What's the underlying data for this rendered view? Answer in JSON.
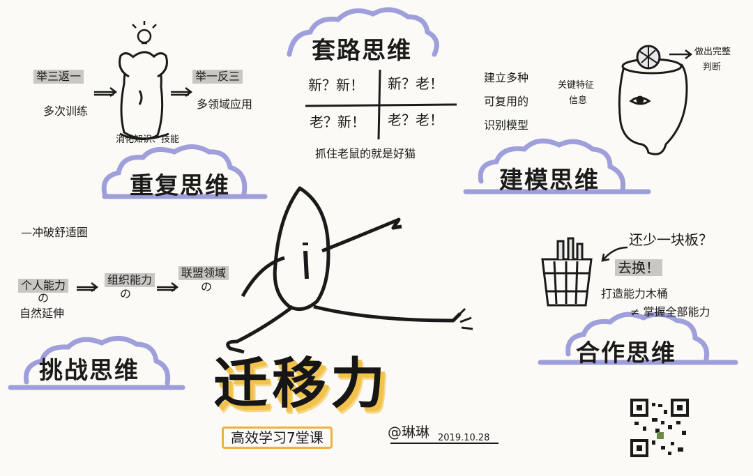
{
  "main_title": "迁移力",
  "subtitle": "高效学习7堂课",
  "author": "@琳琳",
  "date": "2019.10.28",
  "sections": {
    "repeat": {
      "title": "重复思维",
      "left_box": "举三返一",
      "left_note": "多次训练",
      "right_box": "举一反三",
      "right_note": "多领域应用",
      "bottom_note": "消化知识、技能"
    },
    "routine": {
      "title": "套路思维",
      "grid": [
        "新？新！",
        "新？老！",
        "老？新！",
        "老？老！"
      ],
      "note": "抓住老鼠的就是好猫"
    },
    "model": {
      "title": "建模思维",
      "left_lines": [
        "建立多种",
        "可复用的",
        "识别模型"
      ],
      "key_lines": [
        "关键特征",
        "信息"
      ],
      "judge_lines": [
        "做出完整",
        "判断"
      ]
    },
    "challenge": {
      "title": "挑战思维",
      "top_note": "—冲破舒适圈",
      "items": [
        "个人能力",
        "组织能力",
        "联盟领域"
      ],
      "item_marks": [
        "の",
        "の",
        "の"
      ],
      "extend_note": "自然延伸"
    },
    "cooperate": {
      "title": "合作思维",
      "question": "还少一块板？",
      "action": "去换！",
      "line1": "打造能力木桶",
      "line2": "≠ 掌握全部能力"
    }
  },
  "colors": {
    "cloud_blue": "#8e8ed6",
    "highlight_gray": "#6b6b6b",
    "accent_yellow": "#f2c24a",
    "ink": "#1a1a1a"
  }
}
